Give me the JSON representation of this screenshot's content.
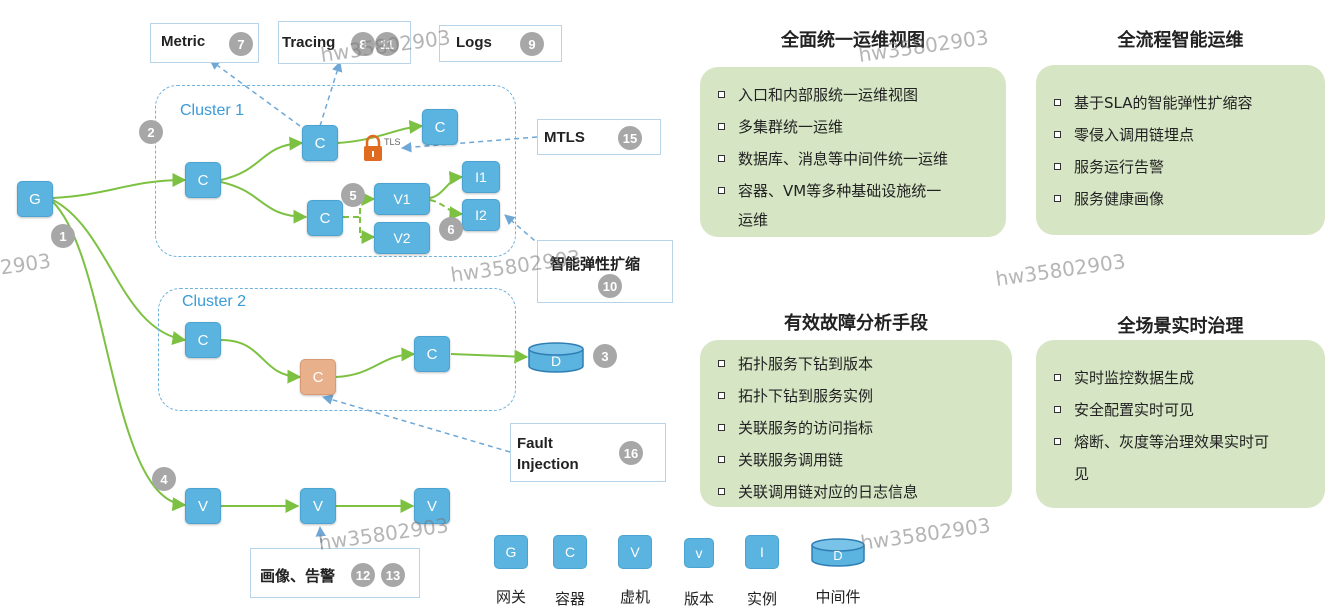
{
  "diagram": {
    "nodes": {
      "g": "G",
      "c_c1_a": "C",
      "c_c1_b": "C",
      "c_c1_c": "C",
      "c_c1_d": "C",
      "v1": "V1",
      "v2": "V2",
      "i1": "I1",
      "i2": "I2",
      "c_c2_a": "C",
      "c_c2_b": "C",
      "c_c2_c": "C",
      "d": "D",
      "v_a": "V",
      "v_b": "V",
      "v_c": "V"
    },
    "tls": "TLS",
    "clusters": {
      "cluster1": "Cluster 1",
      "cluster2": "Cluster 2"
    },
    "badges": {
      "b1": "1",
      "b2": "2",
      "b3": "3",
      "b4": "4",
      "b5": "5",
      "b6": "6"
    },
    "labels": {
      "metric": {
        "text": "Metric",
        "badge": "7"
      },
      "tracing": {
        "text": "Tracing",
        "badge1": "8",
        "badge2": "11"
      },
      "logs": {
        "text": "Logs",
        "badge": "9"
      },
      "mtls": {
        "text": "MTLS",
        "badge": "15"
      },
      "autoscale": {
        "text": "智能弹性扩缩",
        "badge": "10"
      },
      "fault": {
        "text1": "Fault",
        "text2": "Injection",
        "badge": "16"
      },
      "profile": {
        "text": "画像、告警",
        "badge1": "12",
        "badge2": "13"
      }
    }
  },
  "panels": {
    "unified_view": {
      "title": "全面统一运维视图",
      "items": [
        "入口和内部服统一运维视图",
        "多集群统一运维",
        "数据库、消息等中间件统一运维",
        "容器、VM等多种基础设施统一",
        "运维"
      ]
    },
    "smart_ops": {
      "title": "全流程智能运维",
      "items": [
        "基于SLA的智能弹性扩缩容",
        "零侵入调用链埋点",
        "服务运行告警",
        "服务健康画像"
      ]
    },
    "fault_analysis": {
      "title": "有效故障分析手段",
      "items": [
        "拓扑服务下钻到版本",
        "拓扑下钻到服务实例",
        "关联服务的访问指标",
        "关联服务调用链",
        "关联调用链对应的日志信息"
      ]
    },
    "realtime_gov": {
      "title": "全场景实时治理",
      "items": [
        "实时监控数据生成",
        "安全配置实时可见",
        "熔断、灰度等治理效果实时可",
        "见"
      ]
    }
  },
  "legend": [
    {
      "icon": "G",
      "label": "网关"
    },
    {
      "icon": "C",
      "label": "容器"
    },
    {
      "icon": "V",
      "label": "虚机"
    },
    {
      "icon": "v",
      "label": "版本"
    },
    {
      "icon": "I",
      "label": "实例"
    },
    {
      "icon": "D",
      "label": "中间件"
    }
  ],
  "watermarks": [
    "hw35802903",
    "hw35802903",
    "hw35802903",
    "hw35802903",
    "hw35802903",
    "hw35802903",
    "2903"
  ],
  "colors": {
    "node_blue": "#5bb3df",
    "node_orange": "#e9b08c",
    "edge_green": "#7dc143",
    "dash_blue": "#6fa8d6",
    "panel_green": "#d6e5c4",
    "badge_gray": "#a7a7a7",
    "lock_orange": "#e06a1f"
  }
}
